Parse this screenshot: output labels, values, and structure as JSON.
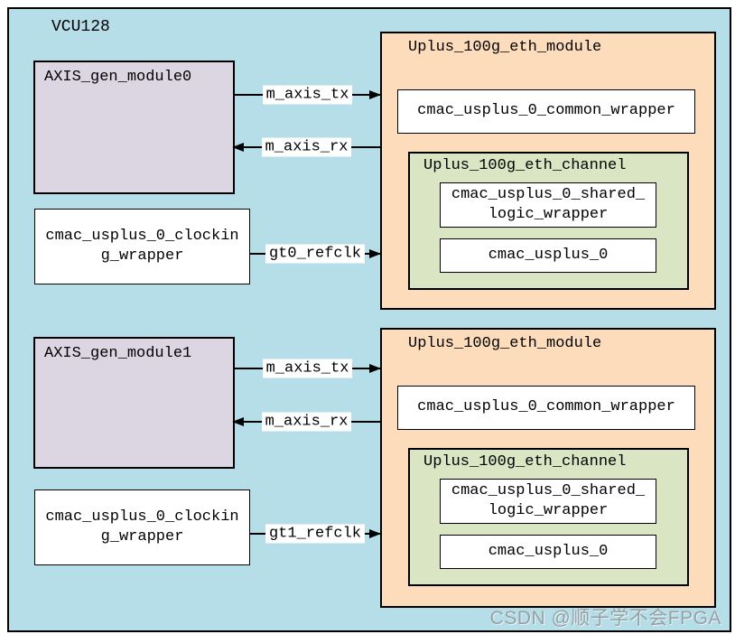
{
  "board": {
    "label": "VCU128"
  },
  "watermark": "CSDN @顺子学不会FPGA",
  "colors": {
    "board_bg": "#b6dee8",
    "axis_module_bg": "#dcd6e2",
    "eth_module_bg": "#fcdcba",
    "eth_channel_bg": "#d9e5c3",
    "leaf_box_bg": "#ffffff",
    "border": "#000000",
    "watermark_text": "#97a0a5"
  },
  "channels": [
    {
      "axis_gen_label": "AXIS_gen_module0",
      "clocking_wrapper_lines": [
        "cmac_usplus_0_clockin",
        "g_wrapper"
      ],
      "eth_module_label": "Uplus_100g_eth_module",
      "common_wrapper_label": "cmac_usplus_0_common_wrapper",
      "eth_channel_label": "Uplus_100g_eth_channel",
      "shared_logic_lines": [
        "cmac_usplus_0_shared_",
        "logic_wrapper"
      ],
      "cmac_label": "cmac_usplus_0",
      "signals": {
        "tx": "m_axis_tx",
        "rx": "m_axis_rx",
        "refclk": "gt0_refclk"
      }
    },
    {
      "axis_gen_label": "AXIS_gen_module1",
      "clocking_wrapper_lines": [
        "cmac_usplus_0_clockin",
        "g_wrapper"
      ],
      "eth_module_label": "Uplus_100g_eth_module",
      "common_wrapper_label": "cmac_usplus_0_common_wrapper",
      "eth_channel_label": "Uplus_100g_eth_channel",
      "shared_logic_lines": [
        "cmac_usplus_0_shared_",
        "logic_wrapper"
      ],
      "cmac_label": "cmac_usplus_0",
      "signals": {
        "tx": "m_axis_tx",
        "rx": "m_axis_rx",
        "refclk": "gt1_refclk"
      }
    }
  ]
}
